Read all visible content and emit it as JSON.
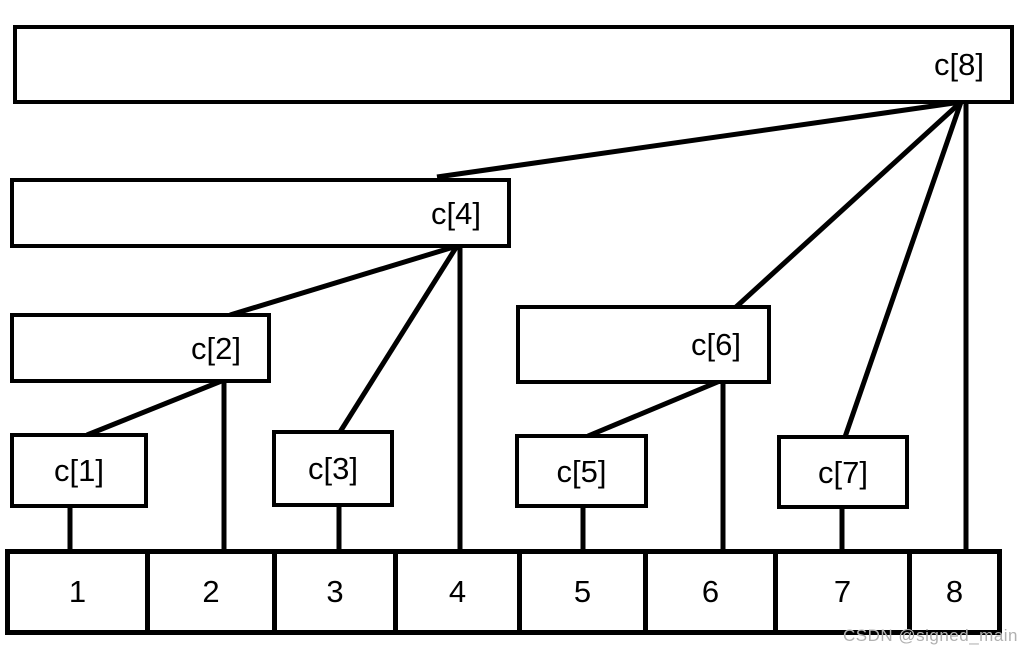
{
  "diagram": {
    "type": "tree",
    "description": "Binary indexed tree (Fenwick tree) coverage diagram over an array of 8 cells",
    "nodes": {
      "c1": "c[1]",
      "c2": "c[2]",
      "c3": "c[3]",
      "c4": "c[4]",
      "c5": "c[5]",
      "c6": "c[6]",
      "c7": "c[7]",
      "c8": "c[8]"
    },
    "cells": [
      "1",
      "2",
      "3",
      "4",
      "5",
      "6",
      "7",
      "8"
    ],
    "edges": [
      {
        "from": "c[8]",
        "to": "c[4]"
      },
      {
        "from": "c[8]",
        "to": "c[6]"
      },
      {
        "from": "c[8]",
        "to": "c[7]"
      },
      {
        "from": "c[8]",
        "to": "cell 8"
      },
      {
        "from": "c[4]",
        "to": "c[2]"
      },
      {
        "from": "c[4]",
        "to": "c[3]"
      },
      {
        "from": "c[4]",
        "to": "cell 4"
      },
      {
        "from": "c[2]",
        "to": "c[1]"
      },
      {
        "from": "c[2]",
        "to": "cell 2"
      },
      {
        "from": "c[6]",
        "to": "c[5]"
      },
      {
        "from": "c[6]",
        "to": "cell 6"
      },
      {
        "from": "c[1]",
        "to": "cell 1"
      },
      {
        "from": "c[3]",
        "to": "cell 3"
      },
      {
        "from": "c[5]",
        "to": "cell 5"
      },
      {
        "from": "c[7]",
        "to": "cell 7"
      }
    ],
    "colors": {
      "line": "#000000",
      "background": "#ffffff",
      "watermark_text": "#b0b0b0"
    },
    "watermark": "CSDN @signed_main"
  }
}
